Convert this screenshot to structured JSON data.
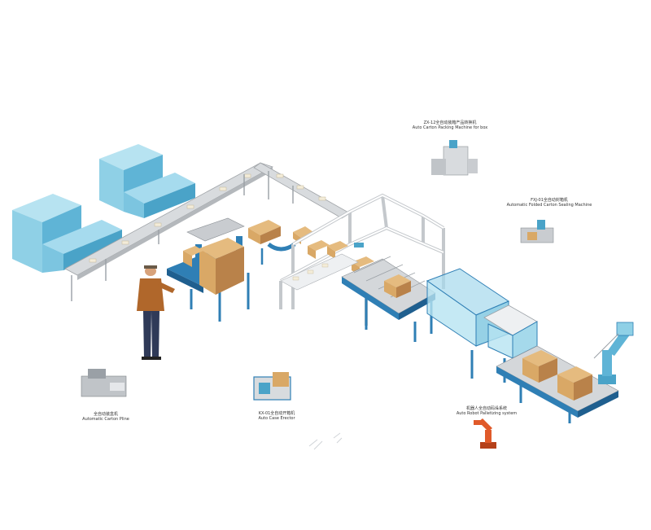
{
  "colors": {
    "machine_blue": "#8fd0e6",
    "machine_blue_dark": "#4aa3c8",
    "frame_blue": "#2f7fb5",
    "conveyor_gray": "#c9ccd0",
    "frame_white": "#eef0f2",
    "carton": "#d9a866",
    "carton_dark": "#a8743a",
    "robot_orange": "#e05a2a"
  },
  "insets": {
    "top": {
      "line1": "ZX-12全自动装箱产品转换机",
      "line2": "Auto Carton Packing Machine for box"
    },
    "right": {
      "line1": "FXJ-01全自动封箱机",
      "line2": "Automatic Folded Carton Sealing Machine"
    },
    "bottom_left": {
      "line1": "全自动装盒机",
      "line2": "Automatic Carton Pline"
    },
    "bottom_center": {
      "line1": "KX-01全自动开箱机",
      "line2": "Auto Case Erector"
    },
    "bottom_right": {
      "line1": "机器人全自动码垛系统",
      "line2": "Auto Robot Palletizing system"
    }
  }
}
